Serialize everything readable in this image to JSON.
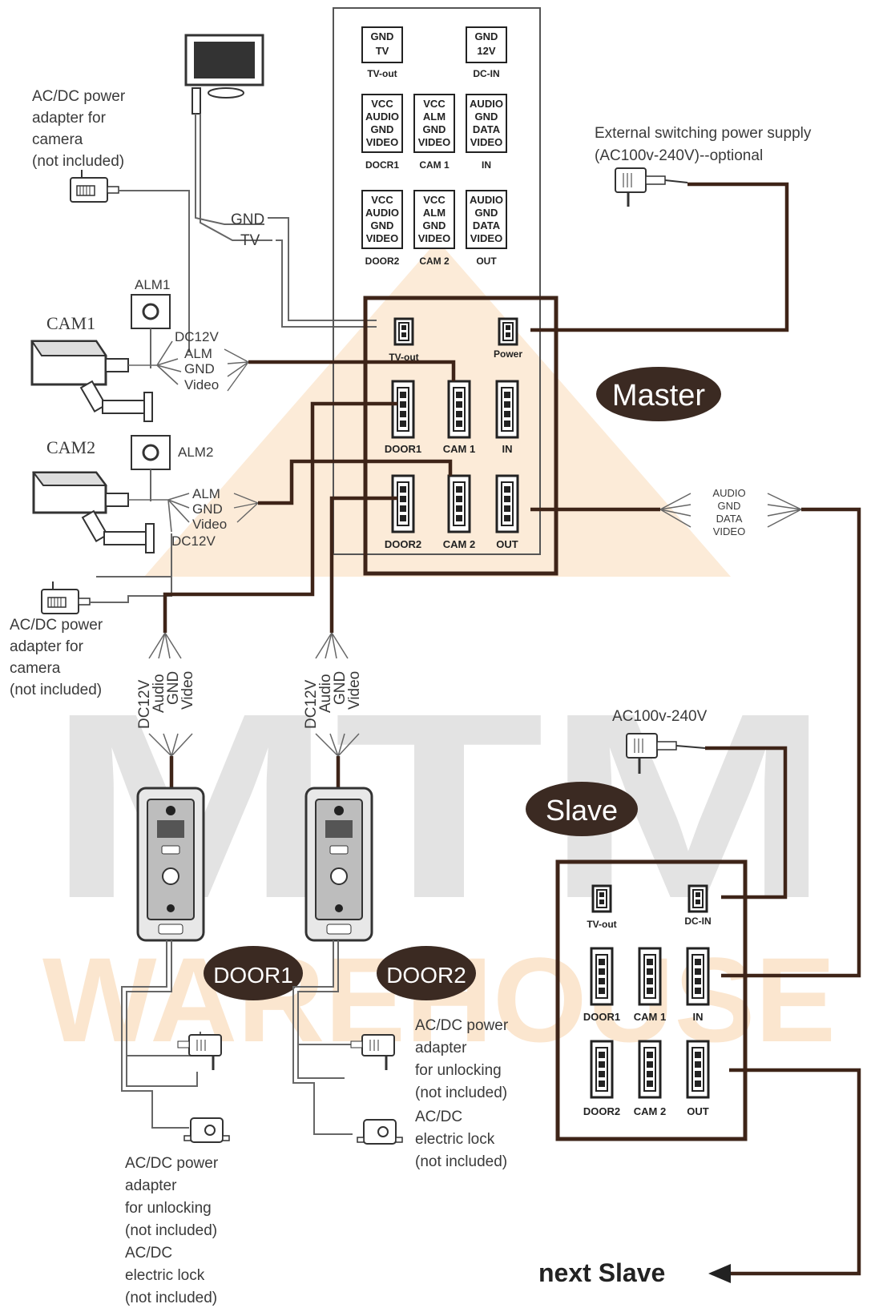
{
  "colors": {
    "wire": "#4a2a1c",
    "thin": "#666666",
    "watermark_grey": "#e4e4e4",
    "watermark_orange": "#fbe8d2",
    "badge": "#3b2a22",
    "badge_text": "#ffffff"
  },
  "watermark": {
    "top": "MTM",
    "bottom": "WAREHOUSE"
  },
  "monitor_labels": {
    "gnd": "GND",
    "tv": "TV"
  },
  "camera_power_1": [
    "AC/DC power",
    "adapter for",
    "camera",
    "(not included)"
  ],
  "camera_power_2": [
    "AC/DC power",
    "adapter for",
    "camera",
    "(not included)"
  ],
  "external_power": [
    "External switching power supply",
    "(AC100v-240V)--optional"
  ],
  "cam1": {
    "name": "CAM1",
    "alarm": "ALM1",
    "wires": [
      "DC12V",
      "ALM",
      "GND",
      "Video"
    ]
  },
  "cam2": {
    "name": "CAM2",
    "alarm": "ALM2",
    "wires": [
      "ALM",
      "GND",
      "Video",
      "DC12V"
    ]
  },
  "master_top": {
    "tvout": {
      "pins": [
        "GND",
        "TV"
      ],
      "label": "TV-out"
    },
    "dcin": {
      "pins": [
        "GND",
        "12V"
      ],
      "label": "DC-IN"
    },
    "row1": [
      {
        "pins": [
          "VCC",
          "AUDIO",
          "GND",
          "VIDEO"
        ],
        "label": "DOCR1"
      },
      {
        "pins": [
          "VCC",
          "ALM",
          "GND",
          "VIDEO"
        ],
        "label": "CAM 1"
      },
      {
        "pins": [
          "AUDIO",
          "GND",
          "DATA",
          "VIDEO"
        ],
        "label": "IN"
      }
    ],
    "row2": [
      {
        "pins": [
          "VCC",
          "AUDIO",
          "GND",
          "VIDEO"
        ],
        "label": "DOOR2"
      },
      {
        "pins": [
          "VCC",
          "ALM",
          "GND",
          "VIDEO"
        ],
        "label": "CAM 2"
      },
      {
        "pins": [
          "AUDIO",
          "GND",
          "DATA",
          "VIDEO"
        ],
        "label": "OUT"
      }
    ]
  },
  "master": {
    "badge": "Master",
    "ports": {
      "tvout": "TV-out",
      "power": "Power",
      "door1": "DOOR1",
      "cam1": "CAM 1",
      "in": "IN",
      "door2": "DOOR2",
      "cam2": "CAM 2",
      "out": "OUT"
    }
  },
  "bus_labels": [
    "AUDIO",
    "GND",
    "DATA",
    "VIDEO"
  ],
  "door_wires": [
    "DC12V",
    "Audio",
    "GND",
    "Video"
  ],
  "door1": {
    "badge": "DOOR1"
  },
  "door2": {
    "badge": "DOOR2"
  },
  "door1_notes": [
    "AC/DC power",
    "adapter",
    "for unlocking",
    "(not included)",
    "AC/DC",
    "electric lock",
    "(not included)"
  ],
  "door2_notes": [
    "AC/DC power",
    "adapter",
    "for unlocking",
    "(not included)",
    "AC/DC",
    "electric lock",
    "(not included)"
  ],
  "slave_power": "AC100v-240V",
  "slave": {
    "badge": "Slave",
    "ports": {
      "tvout": "TV-out",
      "dcin": "DC-IN",
      "door1": "DOOR1",
      "cam1": "CAM 1",
      "in": "IN",
      "door2": "DOOR2",
      "cam2": "CAM 2",
      "out": "OUT"
    }
  },
  "next_slave": "next  Slave"
}
